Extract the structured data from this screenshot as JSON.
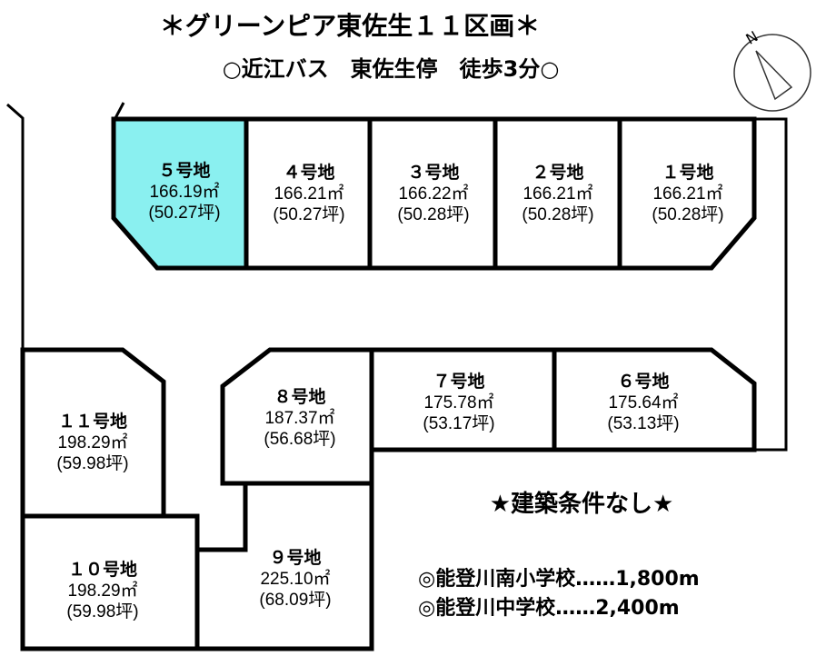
{
  "header": {
    "title": "＊グリーンピア東佐生１１区画＊",
    "access": "○近江バス　東佐生停　徒歩3分○"
  },
  "compass": {
    "label": "N"
  },
  "lots": [
    {
      "name": "１号地",
      "area": "166.21㎡",
      "tsubo": "(50.28坪)"
    },
    {
      "name": "２号地",
      "area": "166.21㎡",
      "tsubo": "(50.28坪)"
    },
    {
      "name": "３号地",
      "area": "166.22㎡",
      "tsubo": "(50.28坪)"
    },
    {
      "name": "４号地",
      "area": "166.21㎡",
      "tsubo": "(50.27坪)"
    },
    {
      "name": "５号地",
      "area": "166.19㎡",
      "tsubo": "(50.27坪)",
      "highlighted": true
    },
    {
      "name": "６号地",
      "area": "175.64㎡",
      "tsubo": "(53.13坪)"
    },
    {
      "name": "７号地",
      "area": "175.78㎡",
      "tsubo": "(53.17坪)"
    },
    {
      "name": "８号地",
      "area": "187.37㎡",
      "tsubo": "(56.68坪)"
    },
    {
      "name": "９号地",
      "area": "225.10㎡",
      "tsubo": "(68.09坪)"
    },
    {
      "name": "１０号地",
      "area": "198.29㎡",
      "tsubo": "(59.98坪)"
    },
    {
      "name": "１１号地",
      "area": "198.29㎡",
      "tsubo": "(59.98坪)"
    }
  ],
  "colors": {
    "highlight": "#8AF0F0",
    "line": "#000000"
  },
  "notes": {
    "condition": "★建築条件なし★",
    "schools": [
      "◎能登川南小学校……1,800m",
      "◎能登川中学校……2,400m"
    ]
  }
}
